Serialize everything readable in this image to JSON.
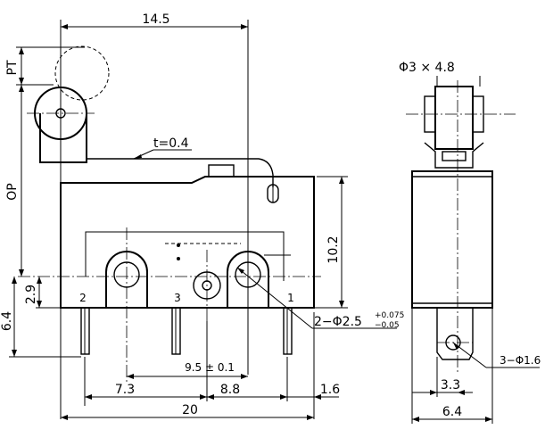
{
  "front_view": {
    "dim_overall_span": "14.5",
    "label_pt": "PT",
    "label_op": "OP",
    "dim_thickness": "t=0.4",
    "dim_height": "10.2",
    "dim_terminal_offset": "2.9",
    "dim_terminal_length": "6.4",
    "terminal_2": "2",
    "terminal_3": "3",
    "terminal_1": "1",
    "hole_prefix": "2−Φ",
    "hole_diameter": "2.5",
    "hole_tol_upper": "+0.075",
    "hole_tol_lower": "−0.05",
    "dim_hole_pitch": "9.5 ± 0.1",
    "dim_left_offset": "7.3",
    "dim_right_offset": "8.8",
    "dim_right_edge": "1.6",
    "dim_total_width": "20"
  },
  "side_view": {
    "roller_spec": "Φ3 × 4.8",
    "pin_spec": "3−Φ1.6",
    "dim_pin_offset": "3.3",
    "dim_width": "6.4"
  }
}
